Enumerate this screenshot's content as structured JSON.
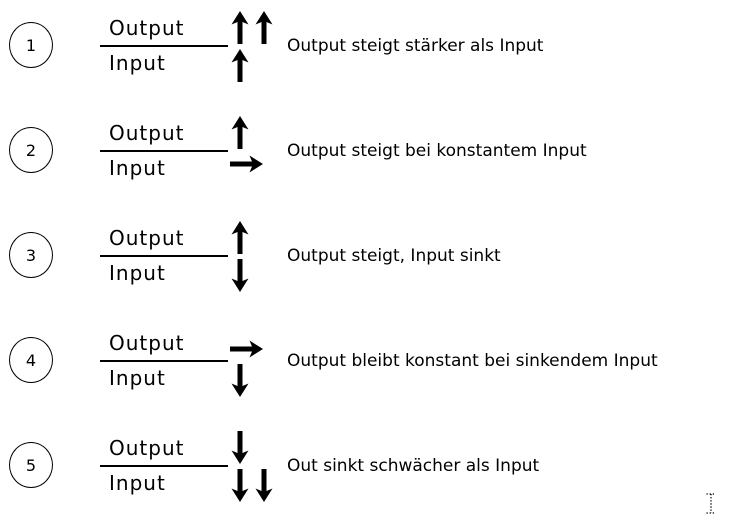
{
  "page": {
    "background_color": "#ffffff",
    "foreground_color": "#000000"
  },
  "rows": [
    {
      "number": "1",
      "numerator": "Output",
      "denominator": "Input",
      "output_arrows": [
        "up",
        "up"
      ],
      "input_arrows": [
        "up"
      ],
      "description": "Output steigt stärker als Input"
    },
    {
      "number": "2",
      "numerator": "Output",
      "denominator": "Input",
      "output_arrows": [
        "up"
      ],
      "input_arrows": [
        "right"
      ],
      "description": "Output steigt bei konstantem Input"
    },
    {
      "number": "3",
      "numerator": "Output",
      "denominator": "Input",
      "output_arrows": [
        "up"
      ],
      "input_arrows": [
        "down"
      ],
      "description": "Output steigt, Input sinkt"
    },
    {
      "number": "4",
      "numerator": "Output",
      "denominator": "Input",
      "output_arrows": [
        "right"
      ],
      "input_arrows": [
        "down"
      ],
      "description": "Output bleibt konstant bei sinkendem Input"
    },
    {
      "number": "5",
      "numerator": "Output",
      "denominator": "Input",
      "output_arrows": [
        "down"
      ],
      "input_arrows": [
        "down",
        "down"
      ],
      "description": "Out sinkt schwächer als Input"
    }
  ],
  "cursor": {
    "type": "text-ibeam"
  }
}
